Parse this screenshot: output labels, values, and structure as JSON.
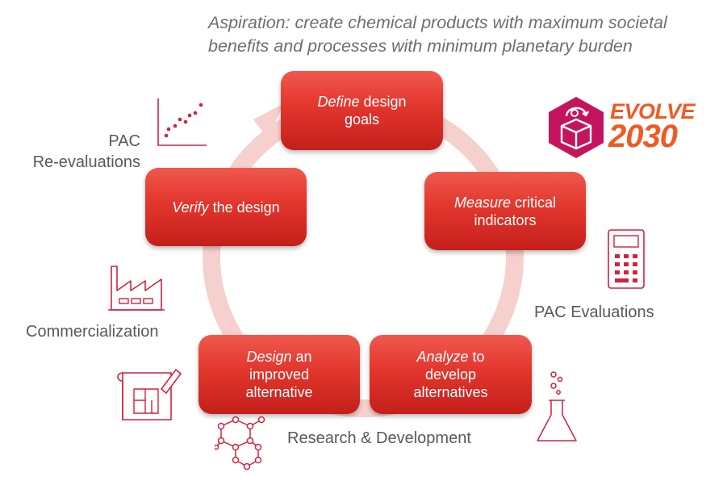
{
  "aspiration": {
    "line1": "Aspiration: create chemical products with maximum societal",
    "line2": "benefits and processes with minimum planetary burden"
  },
  "steps": {
    "define": {
      "emph": "Define",
      "rest": " design",
      "line2": "goals"
    },
    "measure": {
      "emph": "Measure",
      "rest": " critical",
      "line2": "indicators"
    },
    "analyze": {
      "emph": "Analyze",
      "rest": " to",
      "line2": "develop",
      "line3": "alternatives"
    },
    "design": {
      "emph": "Design",
      "rest": " an",
      "line2": "improved",
      "line3": "alternative"
    },
    "verify": {
      "emph": "Verify",
      "rest": " the design"
    }
  },
  "labels": {
    "pac_reeval_line1": "PAC",
    "pac_reeval_line2": "Re-evaluations",
    "commercialization": "Commercialization",
    "pac_evaluations": "PAC Evaluations",
    "research": "Research & Development"
  },
  "logo": {
    "word1": "EVOLVE",
    "word2": "2030"
  },
  "colors": {
    "box_red": "#e2362d",
    "cycle_pink": "#f6d0cd",
    "icon_red": "#d4213d",
    "logo_magenta": "#c4145e",
    "logo_orange": "#f05a23",
    "text_gray": "#58595b"
  },
  "icons": [
    "scatter-plot-icon",
    "factory-icon",
    "blueprint-icon",
    "molecule-icon",
    "calculator-icon",
    "flask-icon",
    "evolve-cube-icon"
  ]
}
